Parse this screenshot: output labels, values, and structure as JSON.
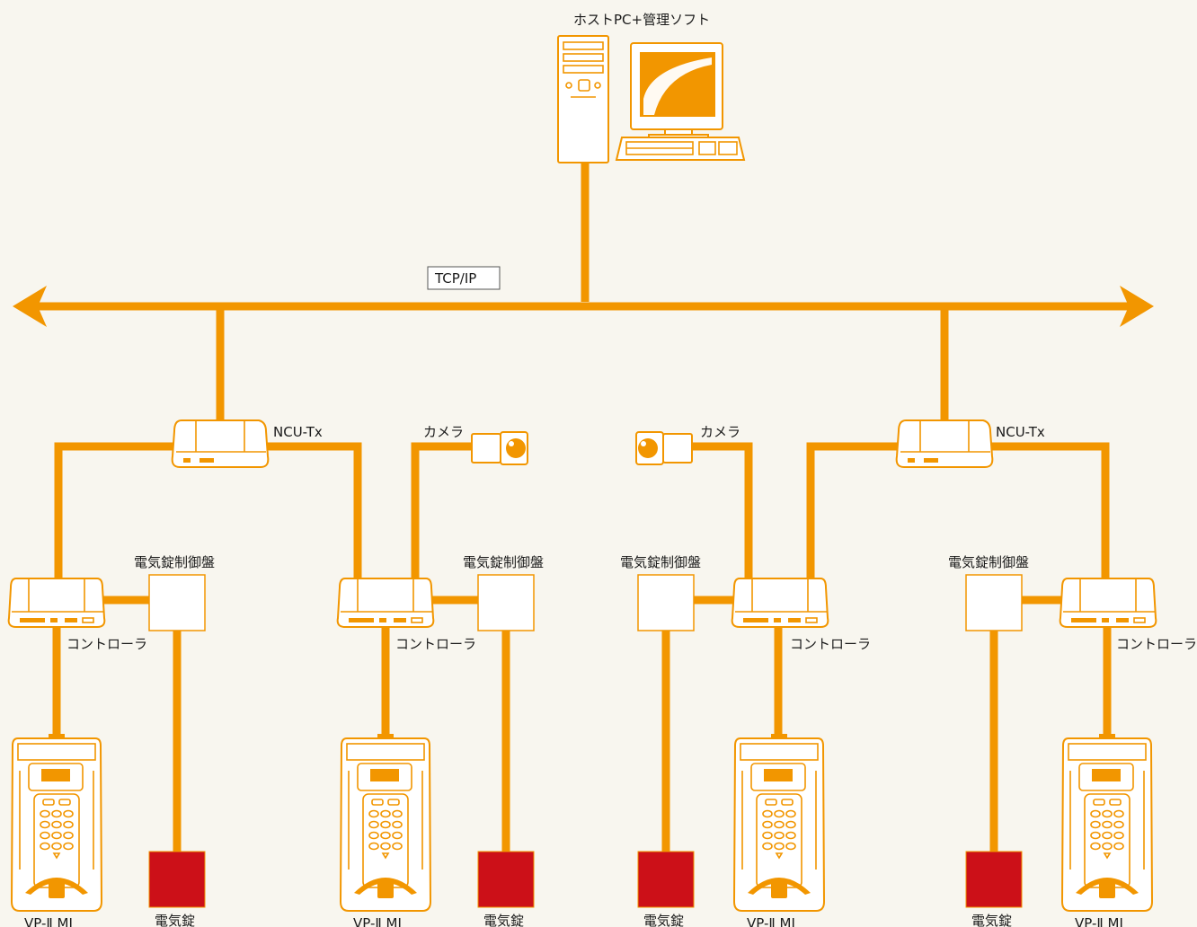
{
  "host": {
    "label": "ホストPC+管理ソフト"
  },
  "network": {
    "label": "TCP/IP"
  },
  "ncu": {
    "label": "NCU-Tx"
  },
  "camera": {
    "label": "カメラ"
  },
  "controller": {
    "label": "コントローラ"
  },
  "lock_panel": {
    "label": "電気錠制御盤"
  },
  "reader": {
    "label": "VP-Ⅱ MJ"
  },
  "lock": {
    "label": "電気錠"
  },
  "colors": {
    "line": "#f29600",
    "lock": "#cc1018",
    "background": "#f8f6ef"
  }
}
